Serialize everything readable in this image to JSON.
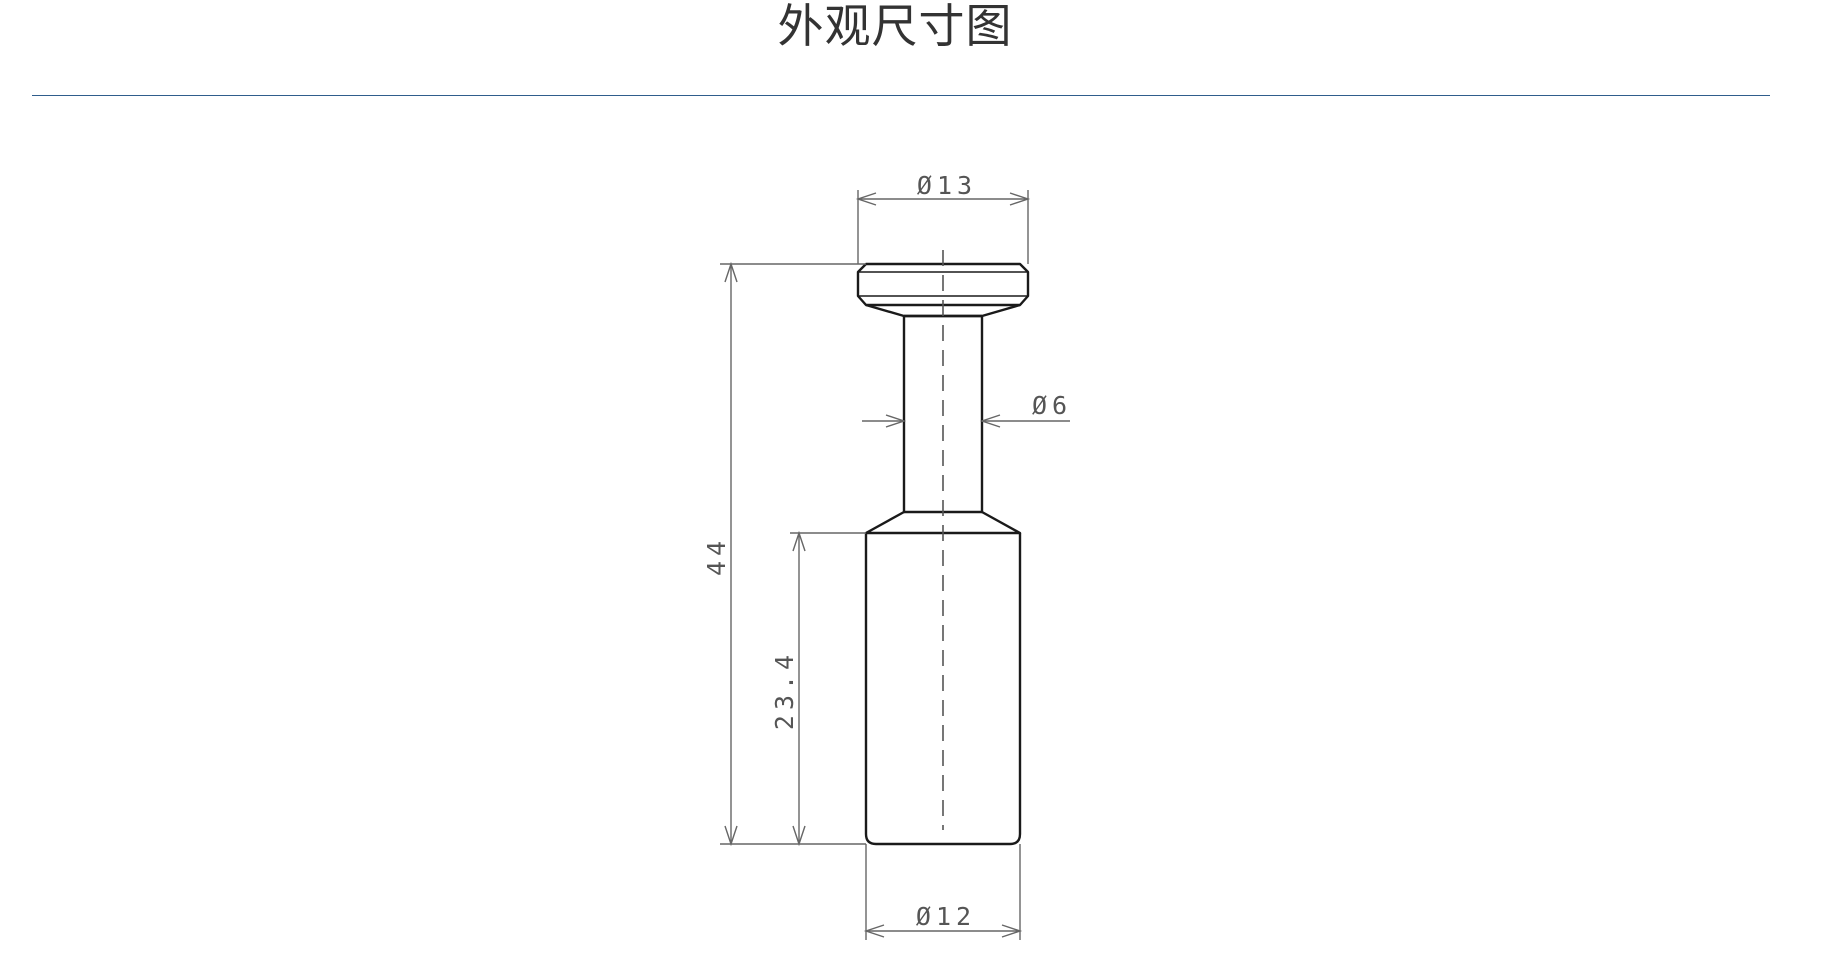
{
  "header": {
    "title": "外观尺寸图",
    "divider_color": "#2f5d8c"
  },
  "drawing": {
    "outline_color": "#1a1a1a",
    "dimension_color": "#666666",
    "dimensions": {
      "top_diameter": "Ø13",
      "neck_diameter": "Ø6",
      "bottom_diameter": "Ø12",
      "total_length": "44",
      "body_length": "23.4"
    }
  }
}
